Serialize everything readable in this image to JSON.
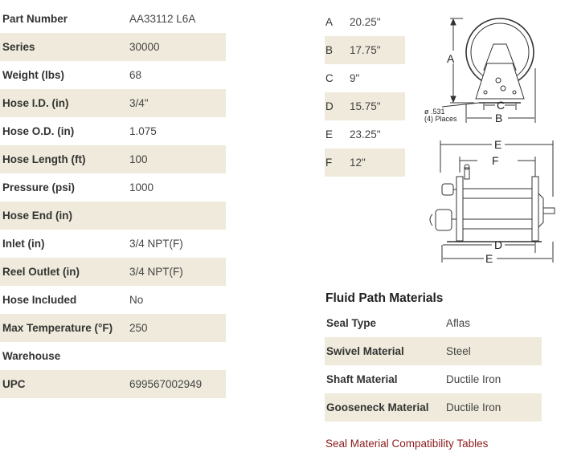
{
  "specs": [
    {
      "label": "Part Number",
      "value": "AA33112 L6A"
    },
    {
      "label": "Series",
      "value": "30000"
    },
    {
      "label": "Weight (lbs)",
      "value": "68"
    },
    {
      "label": "Hose I.D. (in)",
      "value": "3/4\""
    },
    {
      "label": "Hose O.D. (in)",
      "value": "1.075"
    },
    {
      "label": "Hose Length (ft)",
      "value": "100"
    },
    {
      "label": "Pressure (psi)",
      "value": "1000"
    },
    {
      "label": "Hose End (in)",
      "value": ""
    },
    {
      "label": "Inlet (in)",
      "value": "3/4 NPT(F)"
    },
    {
      "label": "Reel Outlet (in)",
      "value": "3/4 NPT(F)"
    },
    {
      "label": "Hose Included",
      "value": "No"
    },
    {
      "label": "Max Temperature (°F)",
      "value": "250"
    },
    {
      "label": "Warehouse",
      "value": ""
    },
    {
      "label": "UPC",
      "value": "699567002949"
    }
  ],
  "dimensions": [
    {
      "letter": "A",
      "value": "20.25\""
    },
    {
      "letter": "B",
      "value": "17.75\""
    },
    {
      "letter": "C",
      "value": "9\""
    },
    {
      "letter": "D",
      "value": "15.75\""
    },
    {
      "letter": "E",
      "value": "23.25\""
    },
    {
      "letter": "F",
      "value": "12\""
    }
  ],
  "diagram": {
    "hole_note_1": "ø .531",
    "hole_note_2": "(4) Places",
    "labels": {
      "a": "A",
      "b": "B",
      "c": "C",
      "d": "D",
      "e": "E",
      "f": "F"
    }
  },
  "fluid": {
    "title": "Fluid Path Materials",
    "rows": [
      {
        "label": "Seal Type",
        "value": "Aflas"
      },
      {
        "label": "Swivel Material",
        "value": "Steel"
      },
      {
        "label": "Shaft Material",
        "value": "Ductile Iron"
      },
      {
        "label": "Gooseneck Material",
        "value": "Ductile Iron"
      }
    ]
  },
  "link_text": "Seal Material Compatibility Tables",
  "colors": {
    "shade": "#efeadb",
    "link": "#8a1c1c"
  }
}
